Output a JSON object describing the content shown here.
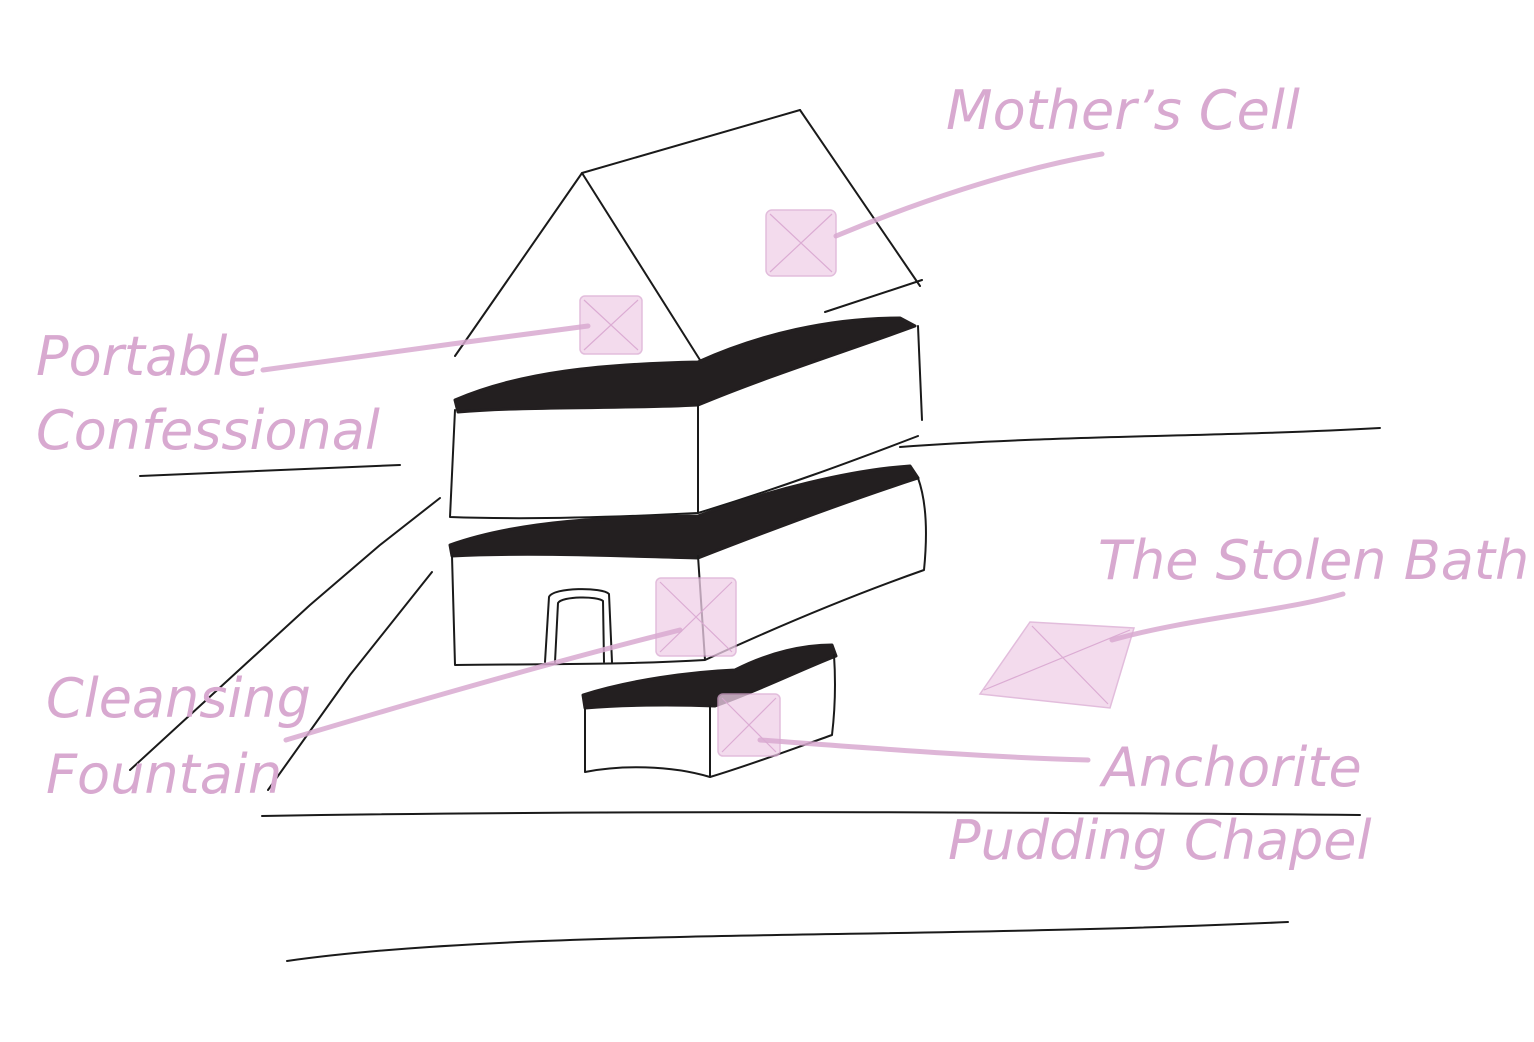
{
  "colors": {
    "ink": "#1a1a1a",
    "band": "#231f20",
    "annotation": "#d8a9d0",
    "marker_fill": "#efcfe8",
    "marker_stroke": "#d9a7d1"
  },
  "labels": {
    "mothers_cell": "Mother’s Cell",
    "portable_confessional_1": "Portable",
    "portable_confessional_2": "Confessional",
    "stolen_bath": "The Stolen Bath",
    "cleansing_fountain_1": "Cleansing",
    "cleansing_fountain_2": "Fountain",
    "anchorite_chapel_1": "Anchorite",
    "anchorite_chapel_2": "Pudding Chapel"
  }
}
